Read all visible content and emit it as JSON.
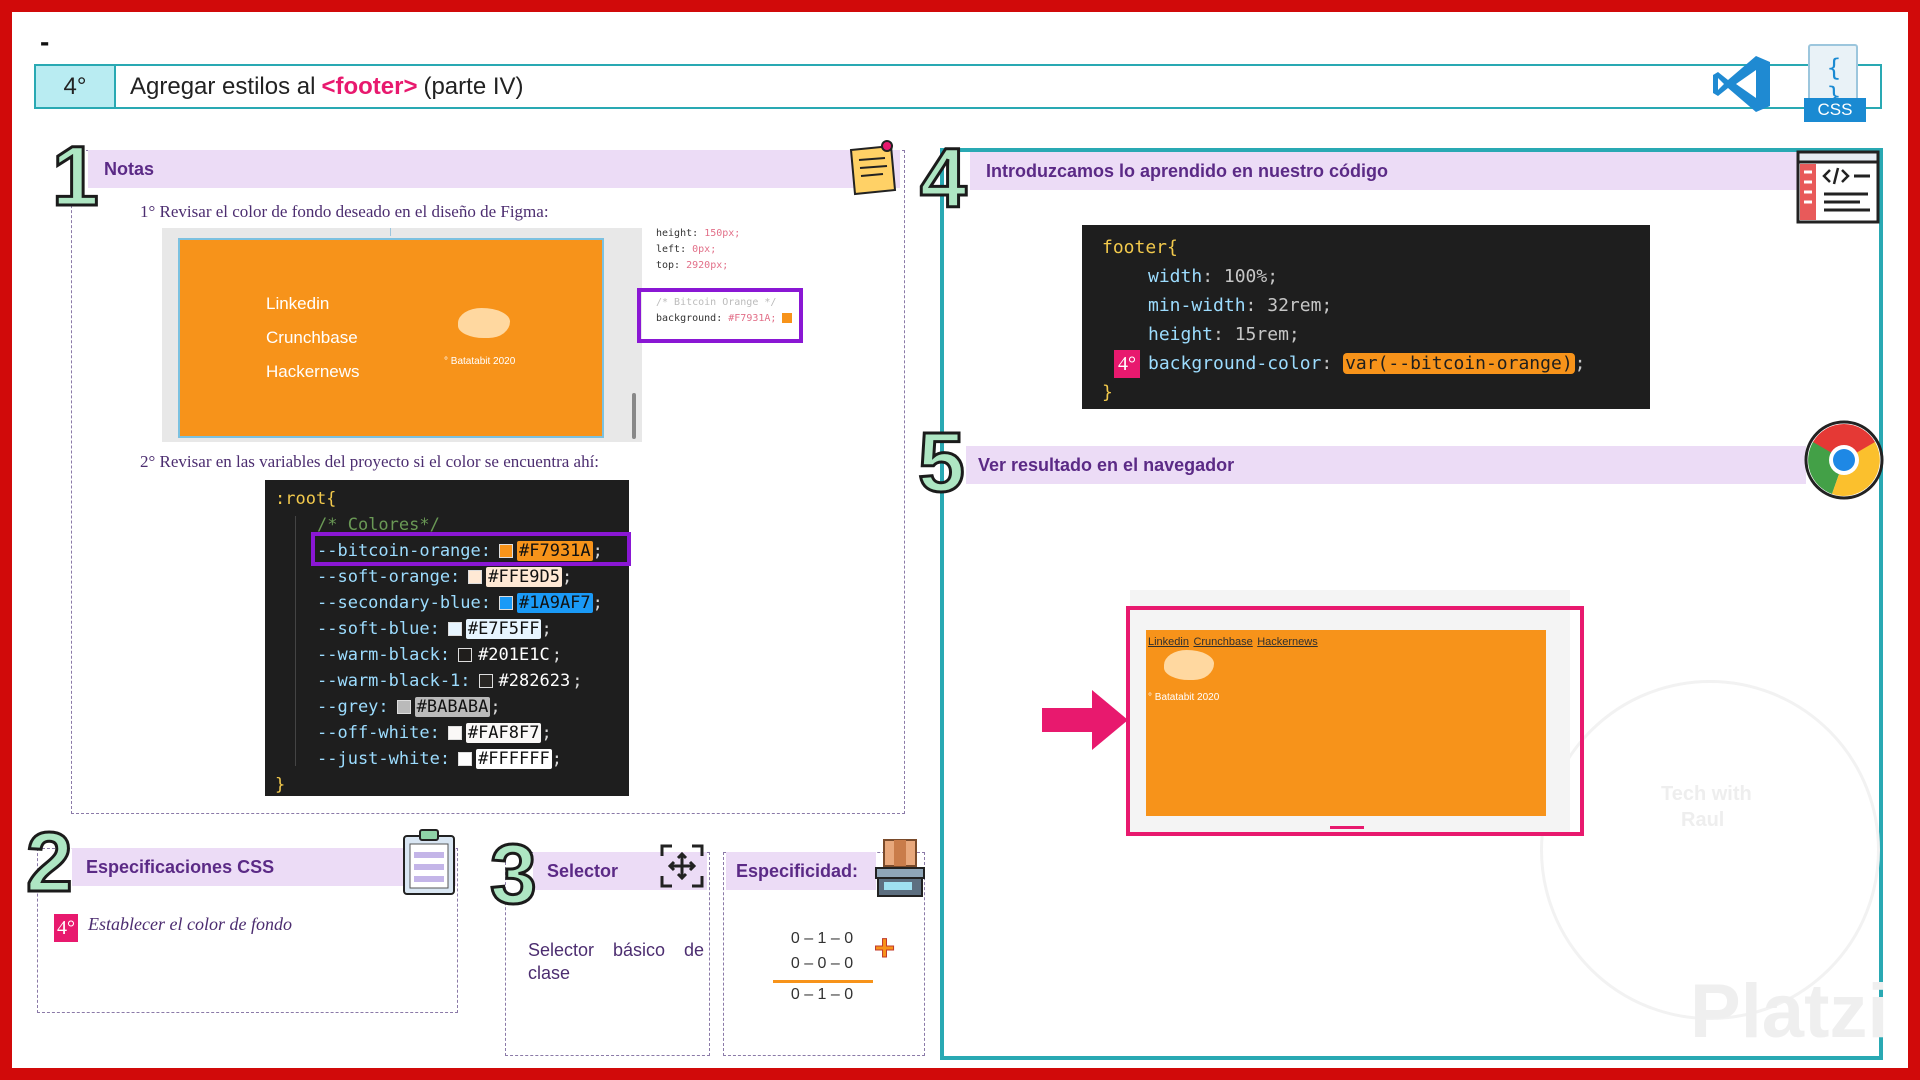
{
  "dash": "-",
  "header": {
    "step": "4°",
    "title_before": "Agregar estilos al",
    "title_tag": "<footer>",
    "title_after": "(parte IV)",
    "css_badge": "CSS",
    "css_braces": "{ }"
  },
  "sections": {
    "notas": {
      "number": "1",
      "title": "Notas",
      "step1": "1° Revisar el color de fondo deseado en el diseño de Figma:",
      "step2": "2° Revisar en las variables del proyecto si el color se encuentra ahí:",
      "figma": {
        "links": [
          "Linkedin",
          "Crunchbase",
          "Hackernews"
        ],
        "copyright": "° Batatabit 2020",
        "props": {
          "height_key": "height:",
          "height_val": "150px;",
          "left_key": "left:",
          "left_val": "0px;",
          "top_key": "top:",
          "top_val": "2920px;",
          "comment": "/* Bitcoin Orange */",
          "bg_key": "background:",
          "bg_val": "#F7931A;"
        }
      },
      "root_code": {
        "open": ":root{",
        "comment": "/* Colores*/",
        "close": "}",
        "vars": [
          {
            "name": "--bitcoin-orange:",
            "hex": "#F7931A",
            "color": "#F7931A",
            "end": ";"
          },
          {
            "name": "--soft-orange:",
            "hex": "#FFE9D5",
            "color": "#FFE9D5",
            "end": ";"
          },
          {
            "name": "--secondary-blue:",
            "hex": "#1A9AF7",
            "color": "#1A9AF7",
            "end": ";"
          },
          {
            "name": "--soft-blue:",
            "hex": "#E7F5FF",
            "color": "#E7F5FF",
            "end": ";"
          },
          {
            "name": "--warm-black:",
            "hex": "#201E1C",
            "color": "#201E1C",
            "end": ";"
          },
          {
            "name": "--warm-black-1:",
            "hex": "#282623",
            "color": "#282623",
            "end": ";"
          },
          {
            "name": "--grey:",
            "hex": "#BABABA",
            "color": "#BABABA",
            "end": ";"
          },
          {
            "name": "--off-white:",
            "hex": "#FAF8F7",
            "color": "#FAF8F7",
            "end": ";"
          },
          {
            "name": "--just-white:",
            "hex": "#FFFFFF",
            "color": "#FFFFFF",
            "end": ";"
          }
        ]
      }
    },
    "specs": {
      "number": "2",
      "title": "Especificaciones CSS",
      "badge": "4°",
      "text": "Establecer el color de fondo"
    },
    "selector": {
      "number": "3",
      "title": "Selector",
      "text_words": [
        "Selector",
        "básico",
        "de"
      ],
      "text_line2": "clase"
    },
    "especificidad": {
      "title": "Especificidad:",
      "row1": "0 – 1 – 0",
      "row2": "0 – 0 – 0",
      "row3": "0 – 1 – 0",
      "plus": "+"
    },
    "codigo": {
      "number": "4",
      "title": "Introduzcamos lo aprendido en nuestro código",
      "open": "footer{",
      "lines": [
        {
          "prop": "width",
          "value": "100%;"
        },
        {
          "prop": "min-width",
          "value": "32rem;"
        },
        {
          "prop": "height",
          "value": "15rem;"
        }
      ],
      "bg_badge": "4°",
      "bg_prop": "background-color",
      "bg_value": "var(--bitcoin-orange)",
      "bg_end": ";",
      "close": "}"
    },
    "resultado": {
      "number": "5",
      "title": "Ver resultado en el navegador",
      "links": [
        "Linkedin",
        "Crunchbase",
        "Hackernews"
      ],
      "copyright": "° Batatabit 2020"
    }
  },
  "watermark": {
    "brand": "Platzi",
    "tech_line1": "Tech with",
    "tech_line2": "Raul"
  },
  "colors": {
    "frame": "#d10a0a",
    "accent_teal": "#29a9b3",
    "accent_pink": "#e8196e",
    "section_band": "#ecdcf6",
    "bitcoin_orange": "#F7931A",
    "highlight_purple": "#8a17d4"
  }
}
